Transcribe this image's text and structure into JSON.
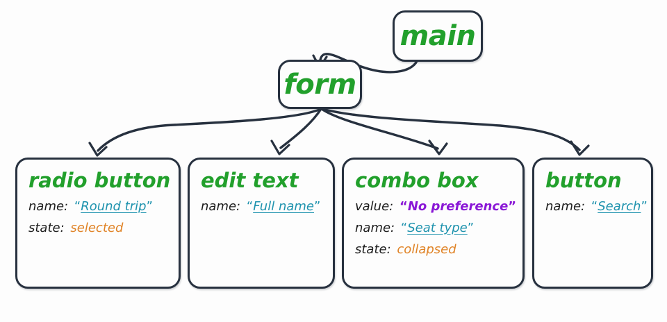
{
  "diagram": {
    "type": "accessibility-tree",
    "background_color": "#fdfdfd",
    "node_border_color": "#27313f",
    "colors": {
      "title_green": "#22a02c",
      "name_teal": "#1f93ae",
      "value_purple": "#8a17d6",
      "state_orange": "#e08326",
      "key_black": "#1d1d1d"
    },
    "nodes": [
      {
        "id": "main",
        "title": "main",
        "attributes": []
      },
      {
        "id": "form",
        "title": "form",
        "attributes": []
      },
      {
        "id": "radio-button",
        "title": "radio button",
        "attributes": [
          {
            "key": "name:",
            "value": "Round trip",
            "style": "name",
            "quoted": true,
            "underlined": true
          },
          {
            "key": "state:",
            "value": "selected",
            "style": "state",
            "quoted": false,
            "underlined": false
          }
        ]
      },
      {
        "id": "edit-text",
        "title": "edit text",
        "attributes": [
          {
            "key": "name:",
            "value": "Full name",
            "style": "name",
            "quoted": true,
            "underlined": true
          }
        ]
      },
      {
        "id": "combo-box",
        "title": "combo box",
        "attributes": [
          {
            "key": "value:",
            "value": "No preference",
            "style": "value",
            "quoted": true,
            "underlined": false
          },
          {
            "key": "name:",
            "value": "Seat type",
            "style": "name",
            "quoted": true,
            "underlined": true
          },
          {
            "key": "state:",
            "value": "collapsed",
            "style": "state",
            "quoted": false,
            "underlined": false
          }
        ]
      },
      {
        "id": "button",
        "title": "button",
        "attributes": [
          {
            "key": "name:",
            "value": "Search",
            "style": "name",
            "quoted": true,
            "underlined": true
          }
        ]
      }
    ],
    "edges": [
      {
        "from": "main",
        "to": "form"
      },
      {
        "from": "form",
        "to": "radio-button"
      },
      {
        "from": "form",
        "to": "edit-text"
      },
      {
        "from": "form",
        "to": "combo-box"
      },
      {
        "from": "form",
        "to": "button"
      }
    ],
    "quote_open": "“",
    "quote_close": "”"
  }
}
